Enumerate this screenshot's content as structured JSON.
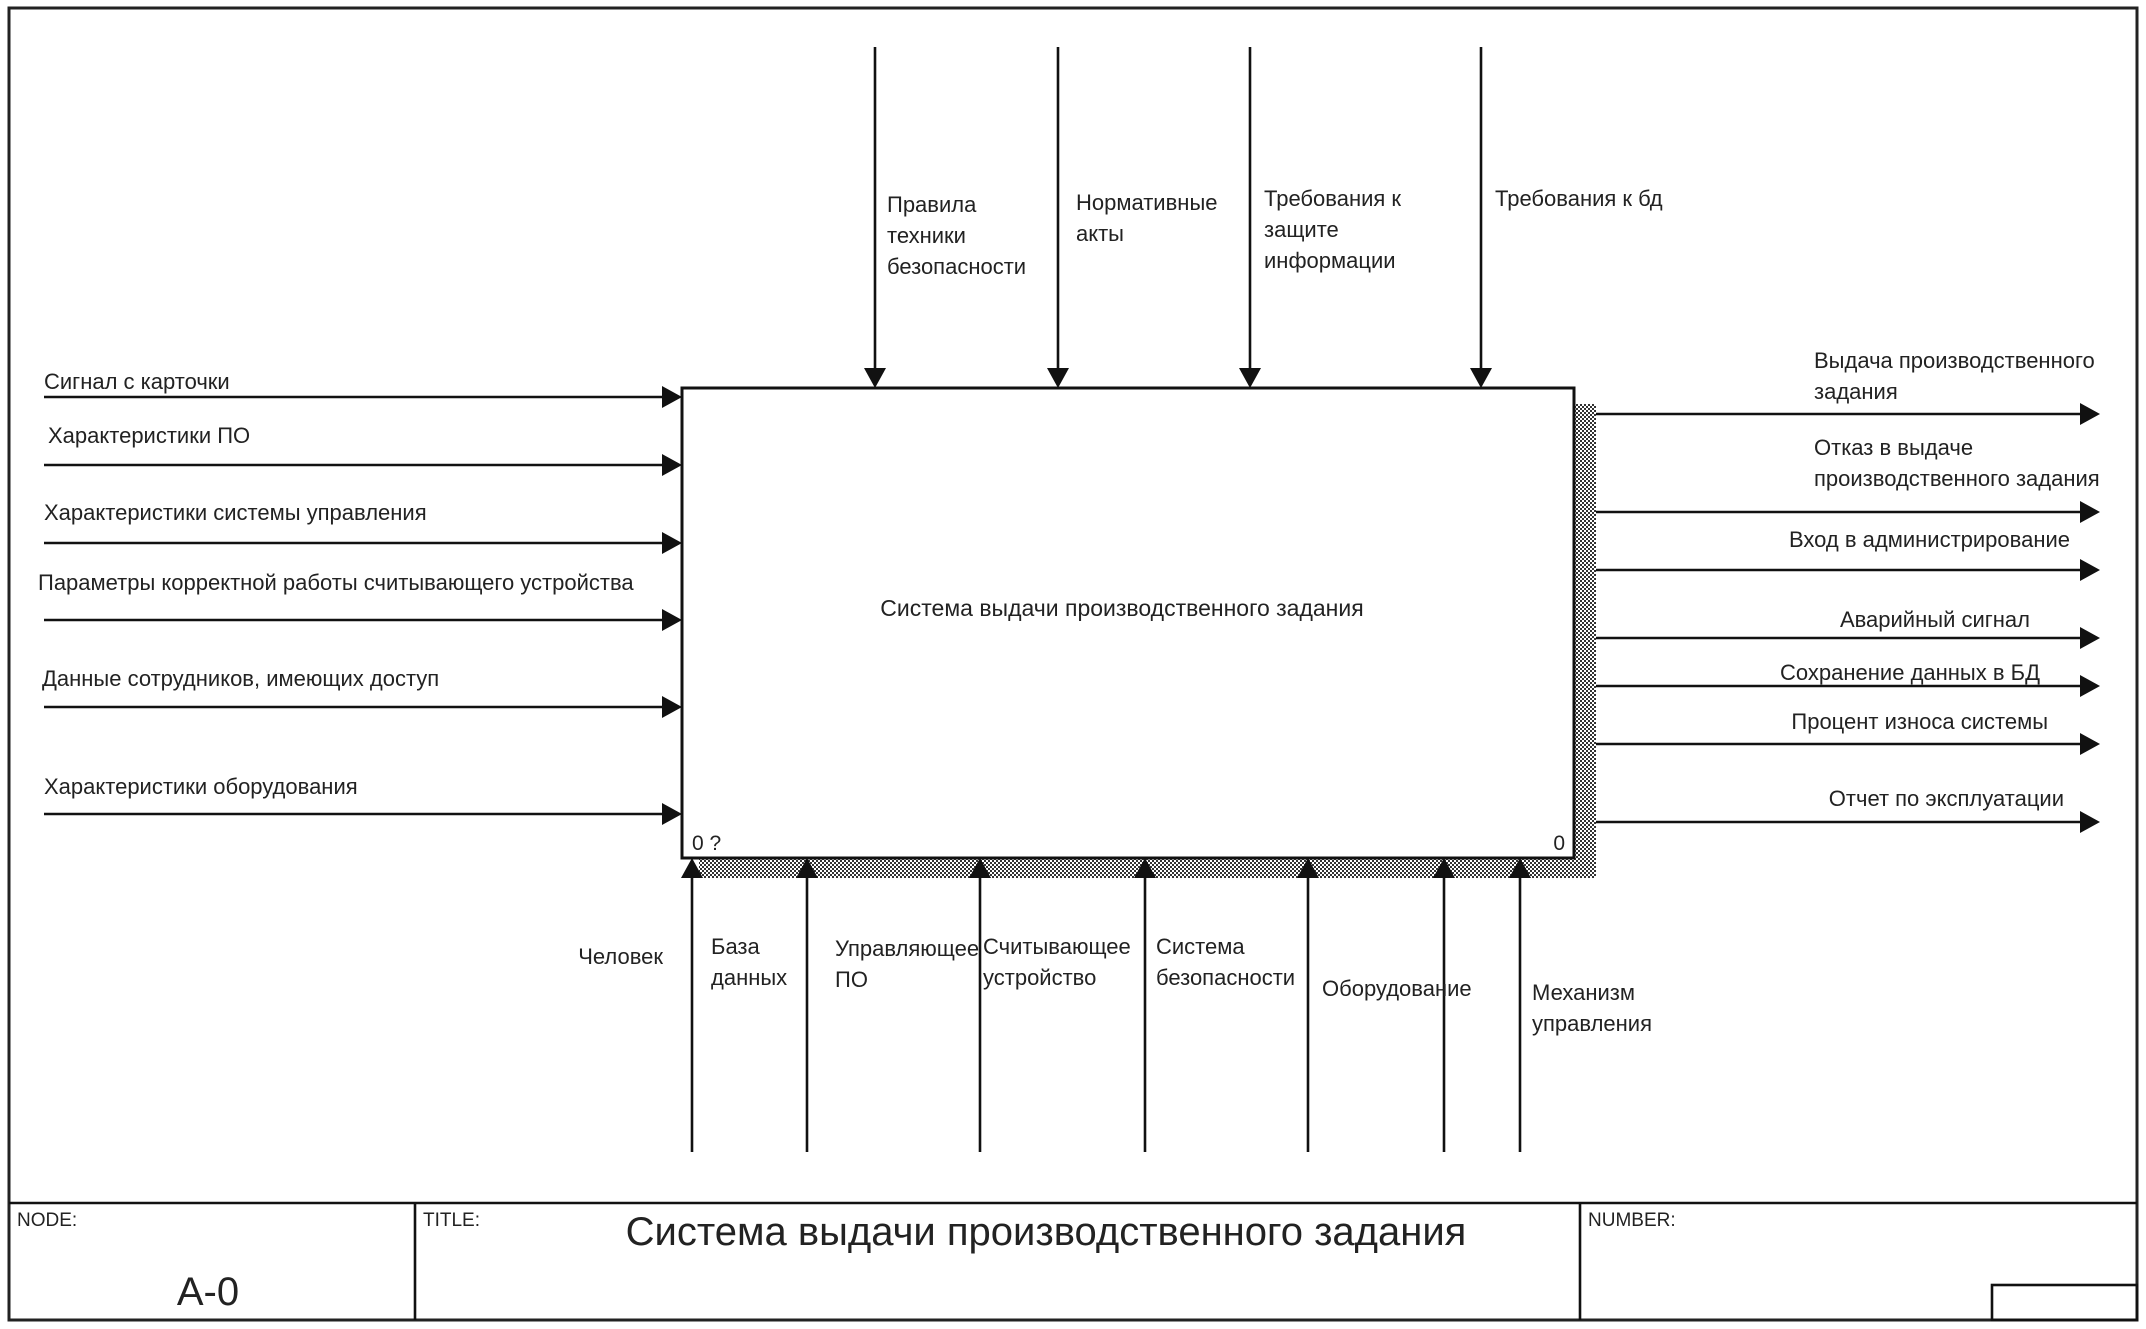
{
  "diagram": {
    "function_box": {
      "label": "Система выдачи производственного задания",
      "corner_left": "0 ?",
      "corner_right": "0"
    },
    "controls": [
      {
        "id": "ctrl-1",
        "lines": [
          "Правила",
          "техники",
          "безопасности"
        ]
      },
      {
        "id": "ctrl-2",
        "lines": [
          "Нормативные",
          "акты"
        ]
      },
      {
        "id": "ctrl-3",
        "lines": [
          "Требования к",
          "защите",
          "информации"
        ]
      },
      {
        "id": "ctrl-4",
        "lines": [
          "Требования к бд"
        ]
      }
    ],
    "inputs": [
      {
        "id": "in-1",
        "label": "Сигнал с карточки"
      },
      {
        "id": "in-2",
        "label": "Характеристики ПО"
      },
      {
        "id": "in-3",
        "label": "Характеристики системы управления"
      },
      {
        "id": "in-4",
        "label": "Параметры корректной работы считывающего устройства"
      },
      {
        "id": "in-5",
        "label": "Данные сотрудников, имеющих доступ"
      },
      {
        "id": "in-6",
        "label": "Характеристики оборудования"
      }
    ],
    "outputs": [
      {
        "id": "out-1",
        "lines": [
          "Выдача производственного",
          "задания"
        ]
      },
      {
        "id": "out-2",
        "lines": [
          "Отказ в выдаче",
          "производственного задания"
        ]
      },
      {
        "id": "out-3",
        "lines": [
          "Вход в администрирование"
        ]
      },
      {
        "id": "out-4",
        "lines": [
          "Аварийный сигнал"
        ]
      },
      {
        "id": "out-5",
        "lines": [
          "Сохранение данных в БД"
        ]
      },
      {
        "id": "out-6",
        "lines": [
          "Процент износа системы"
        ]
      },
      {
        "id": "out-7",
        "lines": [
          "Отчет по эксплуатации"
        ]
      }
    ],
    "mechanisms": [
      {
        "id": "mech-1",
        "lines": [
          "Человек"
        ]
      },
      {
        "id": "mech-2",
        "lines": [
          "База",
          "данных"
        ]
      },
      {
        "id": "mech-3",
        "lines": [
          "Управляющее",
          "ПО"
        ]
      },
      {
        "id": "mech-4",
        "lines": [
          "Считывающее",
          "устройство"
        ]
      },
      {
        "id": "mech-5",
        "lines": [
          "Система",
          "безопасности"
        ]
      },
      {
        "id": "mech-6",
        "lines": [
          "Оборудование"
        ]
      },
      {
        "id": "mech-7",
        "lines": [
          "Механизм",
          "управления"
        ]
      }
    ]
  },
  "footer": {
    "node_label": "NODE:",
    "node_value": "A-0",
    "title_label": "TITLE:",
    "title_value": "Система выдачи производственного задания",
    "number_label": "NUMBER:"
  }
}
